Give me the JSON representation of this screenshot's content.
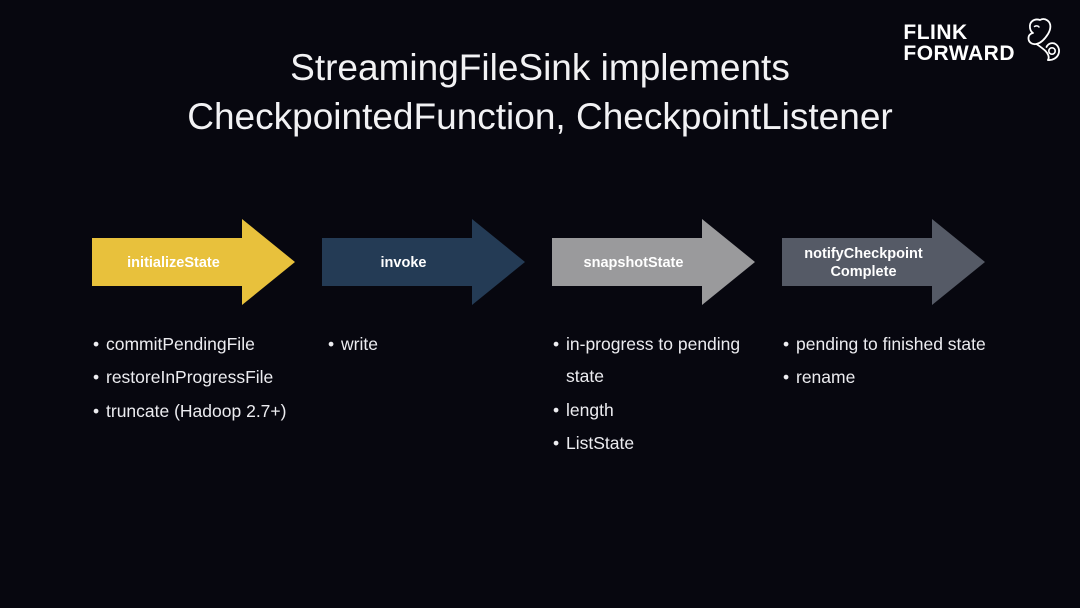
{
  "slide": {
    "background_color": "#07070f",
    "title": "StreamingFileSink implements\nCheckpointedFunction, CheckpointListener"
  },
  "logo": {
    "line1": "FLINK",
    "line2": "FORWARD",
    "mark": "squirrel-icon",
    "color": "#ffffff"
  },
  "flow": {
    "steps": [
      {
        "label": "initializeState",
        "color": "#e8c13c",
        "text_color": "#ffffff",
        "bullets": [
          "commitPendingFile",
          "restoreInProgressFile",
          "truncate (Hadoop 2.7+)"
        ]
      },
      {
        "label": "invoke",
        "color": "#243b55",
        "text_color": "#ffffff",
        "bullets": [
          "write"
        ]
      },
      {
        "label": "snapshotState",
        "color": "#9a9a9c",
        "text_color": "#ffffff",
        "bullets": [
          "in-progress to pending state",
          "length",
          "ListState"
        ]
      },
      {
        "label": "notifyCheckpoint\nComplete",
        "color": "#555a66",
        "text_color": "#ffffff",
        "bullets": [
          "pending to finished state",
          "rename"
        ]
      }
    ]
  },
  "bullet_marker": "•"
}
